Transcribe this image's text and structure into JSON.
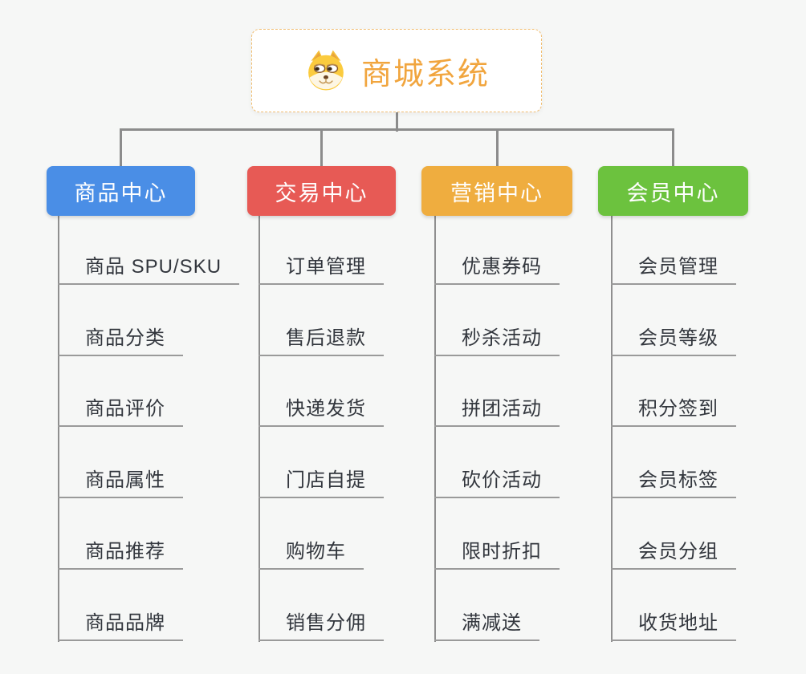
{
  "page": {
    "background_color": "#F6F7F6",
    "connector_color": "#8C8C8C",
    "underline_color": "#9A9A9A"
  },
  "root": {
    "title": "商城系统",
    "icon": "doge-icon",
    "text_color": "#F1A53E",
    "border_color": "#F1BE72"
  },
  "branches": [
    {
      "label": "商品中心",
      "color": "#4A8EE6",
      "children": [
        "商品 SPU/SKU",
        "商品分类",
        "商品评价",
        "商品属性",
        "商品推荐",
        "商品品牌"
      ]
    },
    {
      "label": "交易中心",
      "color": "#E75A55",
      "children": [
        "订单管理",
        "售后退款",
        "快递发货",
        "门店自提",
        "购物车",
        "销售分佣"
      ]
    },
    {
      "label": "营销中心",
      "color": "#EFAD3F",
      "children": [
        "优惠券码",
        "秒杀活动",
        "拼团活动",
        "砍价活动",
        "限时折扣",
        "满减送"
      ]
    },
    {
      "label": "会员中心",
      "color": "#6CC23E",
      "children": [
        "会员管理",
        "会员等级",
        "积分签到",
        "会员标签",
        "会员分组",
        "收货地址"
      ]
    }
  ]
}
